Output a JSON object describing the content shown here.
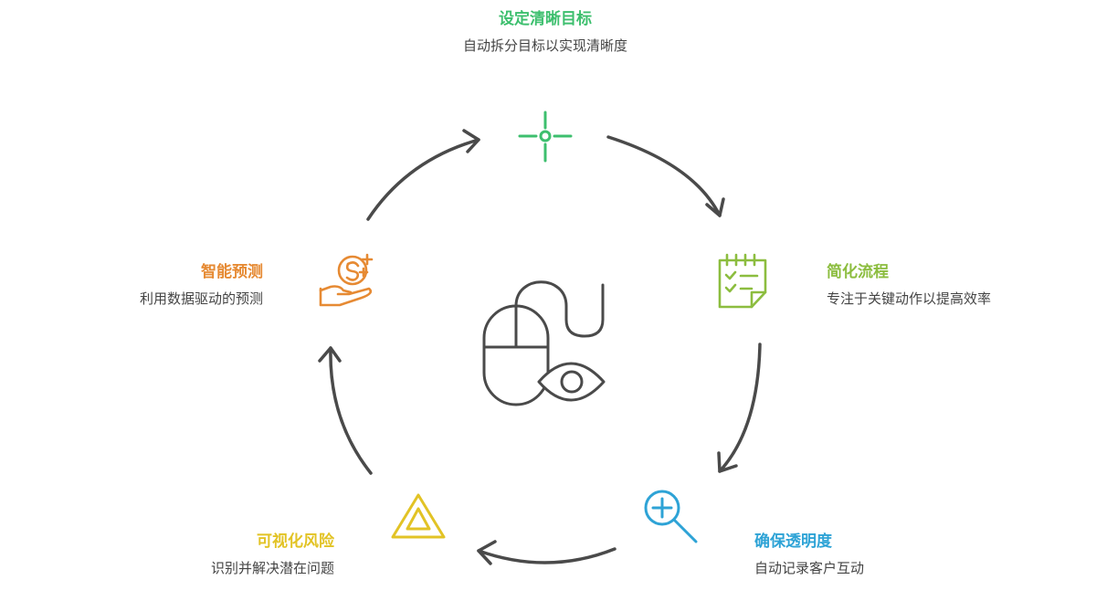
{
  "colors": {
    "green": "#3dbf6e",
    "lime": "#8cbd3f",
    "blue": "#2ea3d6",
    "yellow": "#e2c325",
    "orange": "#e68a33",
    "arrow": "#4a4a4a"
  },
  "center": {
    "icon": "mouse-eye-icon"
  },
  "steps": [
    {
      "title": "设定清晰目标",
      "desc": "自动拆分目标以实现清晰度",
      "icon": "crosshair-icon",
      "color": "#3dbf6e"
    },
    {
      "title": "简化流程",
      "desc": "专注于关键动作以提高效率",
      "icon": "checklist-icon",
      "color": "#8cbd3f"
    },
    {
      "title": "确保透明度",
      "desc": "自动记录客户互动",
      "icon": "magnifier-plus-icon",
      "color": "#2ea3d6"
    },
    {
      "title": "可视化风险",
      "desc": "识别并解决潜在问题",
      "icon": "warning-triangle-icon",
      "color": "#e2c325"
    },
    {
      "title": "智能预测",
      "desc": "利用数据驱动的预测",
      "icon": "hand-coin-icon",
      "color": "#e68a33"
    }
  ]
}
